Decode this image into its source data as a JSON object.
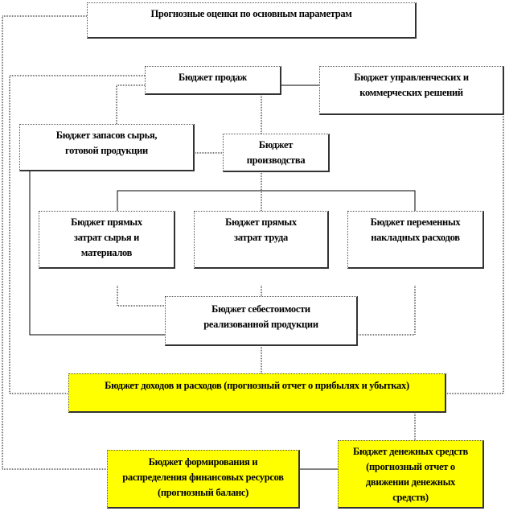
{
  "diagram": {
    "nodes": {
      "forecast": "Прогнозные оценки по основным параметрам",
      "sales": "Бюджет продаж",
      "management": "Бюджет управленческих и коммерческих решений",
      "inventory": "Бюджет запасов сырья, готовой продукции",
      "production": "Бюджет производства",
      "materials": "Бюджет прямых затрат сырья и материалов",
      "labor": "Бюджет прямых затрат труда",
      "overhead": "Бюджет  переменных накладных расходов",
      "cogs": "Бюджет себестоимости реализованной продукции",
      "income": "Бюджет доходов и расходов (прогнозный отчет о прибылях и убытках)",
      "balance": "Бюджет формирования и распределения финансовых ресурсов (прогнозный баланс)",
      "cash": "Бюджет денежных средств (прогнозный отчет о движении денежных средств)"
    },
    "highlight_color": "#ffff00"
  }
}
